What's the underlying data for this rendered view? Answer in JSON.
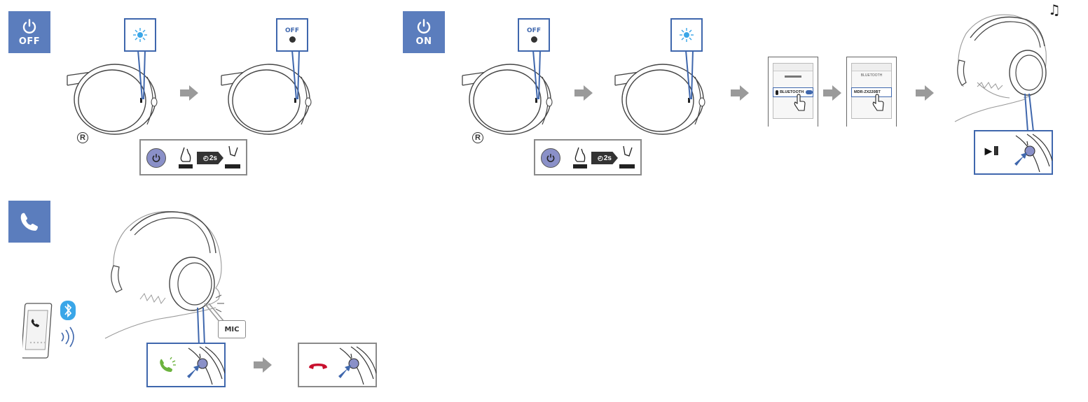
{
  "sections": {
    "power_off": {
      "badge_label": "OFF",
      "icon": "power-icon"
    },
    "power_on": {
      "badge_label": "ON",
      "icon": "power-icon"
    },
    "call": {
      "icon": "phone-handset-icon"
    }
  },
  "indicators": {
    "off_label": "OFF",
    "r_mark": "R"
  },
  "operation": {
    "hold_time_label": "2s"
  },
  "phone_screens": {
    "screen1_row_label": "BLUETOOTH",
    "screen2_title": "BLUETOOTH",
    "screen2_row_label": "MDR-ZX220BT"
  },
  "playback": {
    "play_pause_symbol": "►II",
    "notes_symbol": "♫"
  },
  "call": {
    "mic_label": "MIC"
  },
  "colors": {
    "accent_blue": "#5b7dbd",
    "panel_blue": "#3f67ad",
    "arrow_gray": "#9a9a9a",
    "button_purple": "#8a90c8",
    "led_blue": "#3aa6e8",
    "answer_green": "#6cb33e",
    "end_red": "#c8102e"
  }
}
